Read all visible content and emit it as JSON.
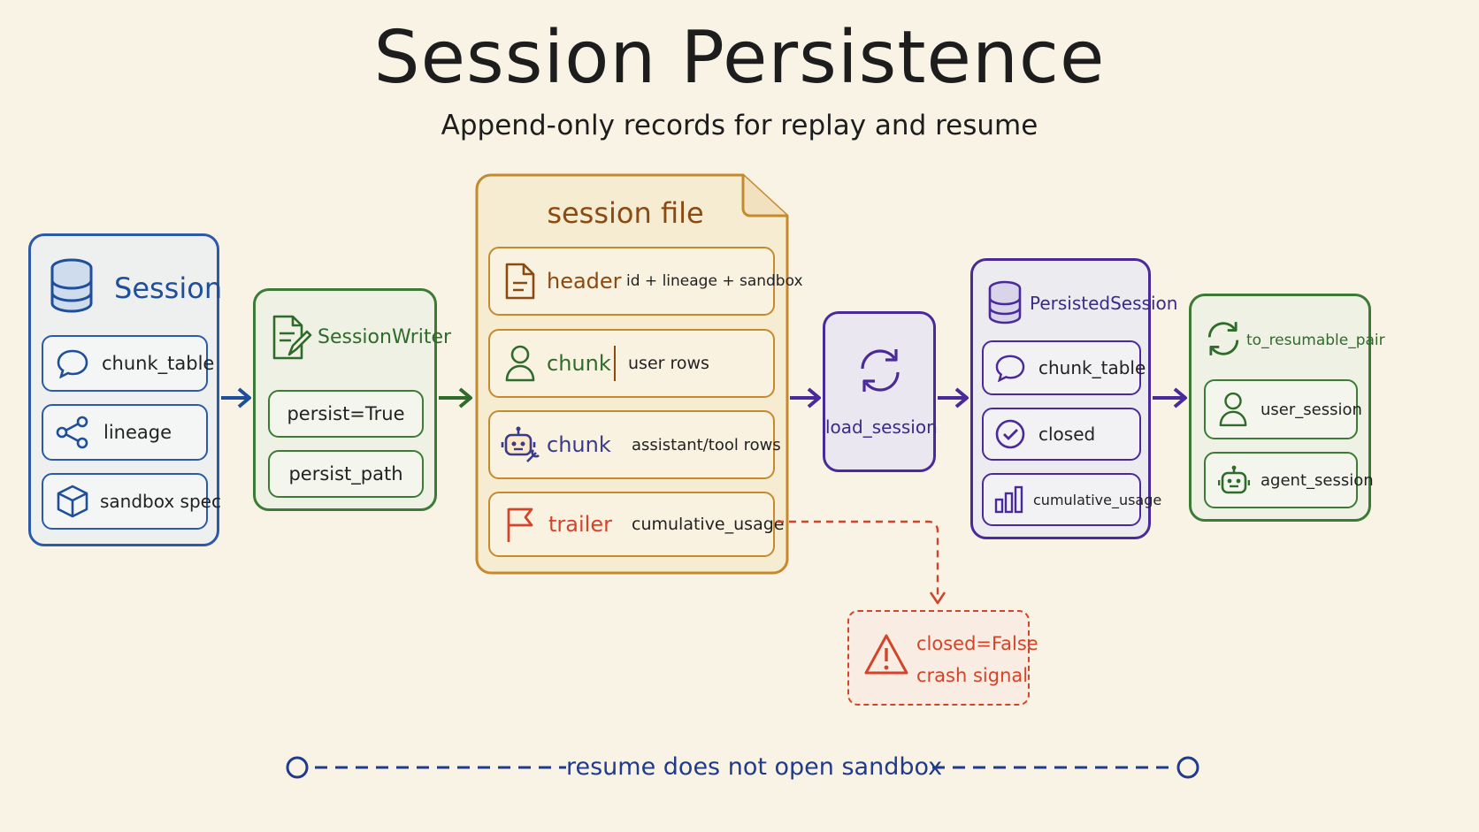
{
  "title": "Session Persistence",
  "subtitle": "Append-only records for replay and resume",
  "colors": {
    "blue": "#1f4f9a",
    "green": "#2f6b2a",
    "orange": "#c68a2e",
    "brown": "#8a4a12",
    "purple": "#4a2a9a",
    "red": "#d2452a",
    "navy": "#203a8c"
  },
  "session": {
    "title": "Session",
    "items": [
      "chunk_table",
      "lineage",
      "sandbox spec"
    ]
  },
  "writer": {
    "title": "SessionWriter",
    "items": [
      "persist=True",
      "persist_path"
    ]
  },
  "file": {
    "title": "session file",
    "rows": [
      {
        "label": "header",
        "desc": "id + lineage + sandbox",
        "icon": "document-icon"
      },
      {
        "label": "chunk",
        "desc": "user rows",
        "icon": "user-icon"
      },
      {
        "label": "chunk",
        "desc": "assistant/tool rows",
        "icon": "robot-tool-icon"
      },
      {
        "label": "trailer",
        "desc": "cumulative_usage",
        "icon": "flag-icon"
      }
    ]
  },
  "load": {
    "label": "load_session"
  },
  "persisted": {
    "title": "PersistedSession",
    "items": [
      "chunk_table",
      "closed",
      "cumulative_usage"
    ]
  },
  "resumable": {
    "title": "to_resumable_pair",
    "items": [
      "user_session",
      "agent_session"
    ]
  },
  "crash": {
    "line1": "closed=False",
    "line2": "crash signal"
  },
  "footer": "resume does not open sandbox"
}
